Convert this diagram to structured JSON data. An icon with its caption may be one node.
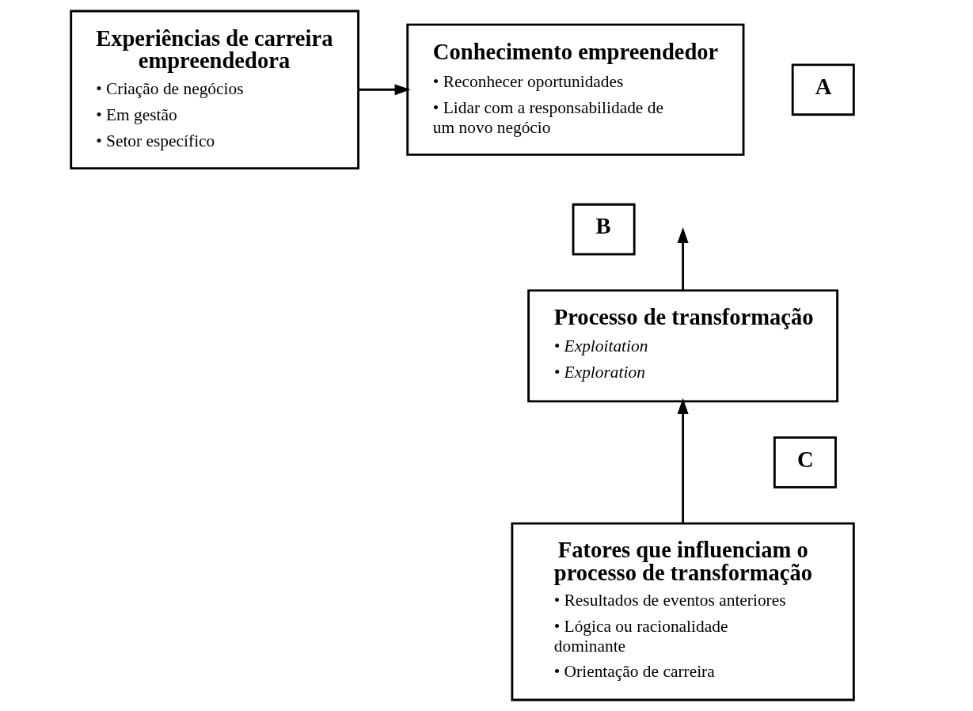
{
  "diagram": {
    "nodes": [
      {
        "text": [
          "Experiências de carreira empreendedora",
          "• Criação de negócios",
          "• Em gestão",
          "• Setor específico"
        ]
      },
      {
        "text": [
          "Conhecimento empreendedor",
          "• Reconhecer oportunidades",
          "• Lidar com a responsabilidade de um novo negócio"
        ]
      },
      {
        "text": [
          "A"
        ]
      },
      {
        "text": [
          "B"
        ]
      },
      {
        "text": [
          "Processo de transformação",
          "• Exploitation",
          "• Exploration"
        ]
      },
      {
        "text": [
          "C"
        ]
      },
      {
        "text": [
          "Fatores que influenciam o processo de transformação",
          "• Resultados de eventos anteriores",
          "• Lógica ou racionalidade dominante",
          "• Orientação de carreira"
        ]
      }
    ],
    "edges": [
      {
        "from": 0,
        "to": 1,
        "arrow": "to"
      },
      {
        "from": 4,
        "to": null,
        "arrow": "to"
      },
      {
        "from": 6,
        "to": 4,
        "arrow": "to"
      }
    ]
  }
}
